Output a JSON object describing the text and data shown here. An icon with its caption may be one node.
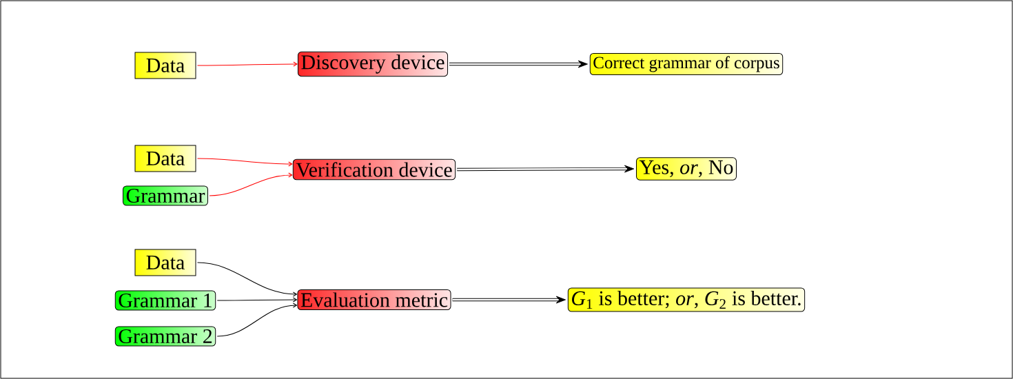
{
  "diagram": {
    "nodes": [
      {
        "text": [
          "Data"
        ]
      },
      {
        "text": [
          "Discovery device"
        ]
      },
      {
        "text": [
          "Correct grammar of corpus"
        ]
      },
      {
        "text": [
          "Data"
        ]
      },
      {
        "text": [
          "Grammar"
        ]
      },
      {
        "text": [
          "Verification device"
        ]
      },
      {
        "text": [
          "Yes, *or*, No"
        ]
      },
      {
        "text": [
          "Data"
        ]
      },
      {
        "text": [
          "Grammar 1"
        ]
      },
      {
        "text": [
          "Grammar 2"
        ]
      },
      {
        "text": [
          "Evaluation metric"
        ]
      },
      {
        "text": [
          "*G*$_{1}$ is better; *or*, *G*$_{2}$ is better."
        ]
      }
    ],
    "edges": [
      {
        "from": 0,
        "to": 1,
        "arrow": "to",
        "color": "#ff0000"
      },
      {
        "from": 1,
        "to": 2,
        "arrow": "to",
        "style": "thick"
      },
      {
        "from": 3,
        "to": 5,
        "arrow": "to",
        "color": "#ff0000"
      },
      {
        "from": 4,
        "to": 5,
        "arrow": "to",
        "color": "#ff0000"
      },
      {
        "from": 5,
        "to": 6,
        "arrow": "to",
        "style": "thick"
      },
      {
        "from": 7,
        "to": 10,
        "arrow": "to"
      },
      {
        "from": 8,
        "to": 10,
        "arrow": "to"
      },
      {
        "from": 9,
        "to": 10,
        "arrow": "to"
      },
      {
        "from": 10,
        "to": 11,
        "arrow": "to",
        "style": "thick"
      }
    ]
  }
}
